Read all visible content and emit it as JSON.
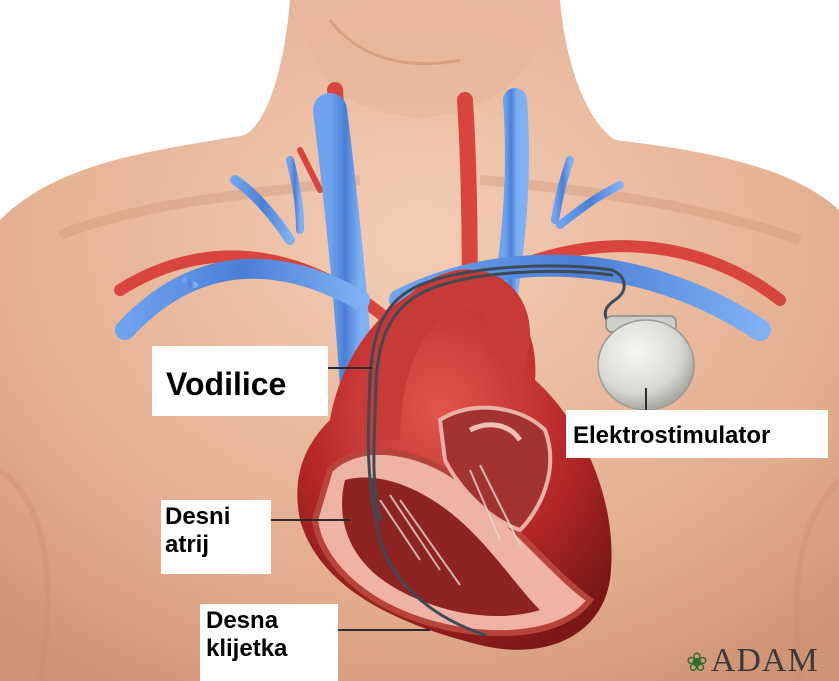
{
  "labels": {
    "leads": "Vodilice",
    "pacemaker": "Elektrostimulator",
    "right_atrium": [
      "Desni",
      "atrij"
    ],
    "right_ventricle": [
      "Desna",
      "klijetka"
    ]
  },
  "watermark": {
    "text": "ADAM",
    "icon": "leaf-icon"
  },
  "colors": {
    "skin": "#e9b89c",
    "vein": "#5a8fe0",
    "artery": "#d8453f",
    "heart": "#c8302d",
    "device": "#d9d9d9"
  }
}
